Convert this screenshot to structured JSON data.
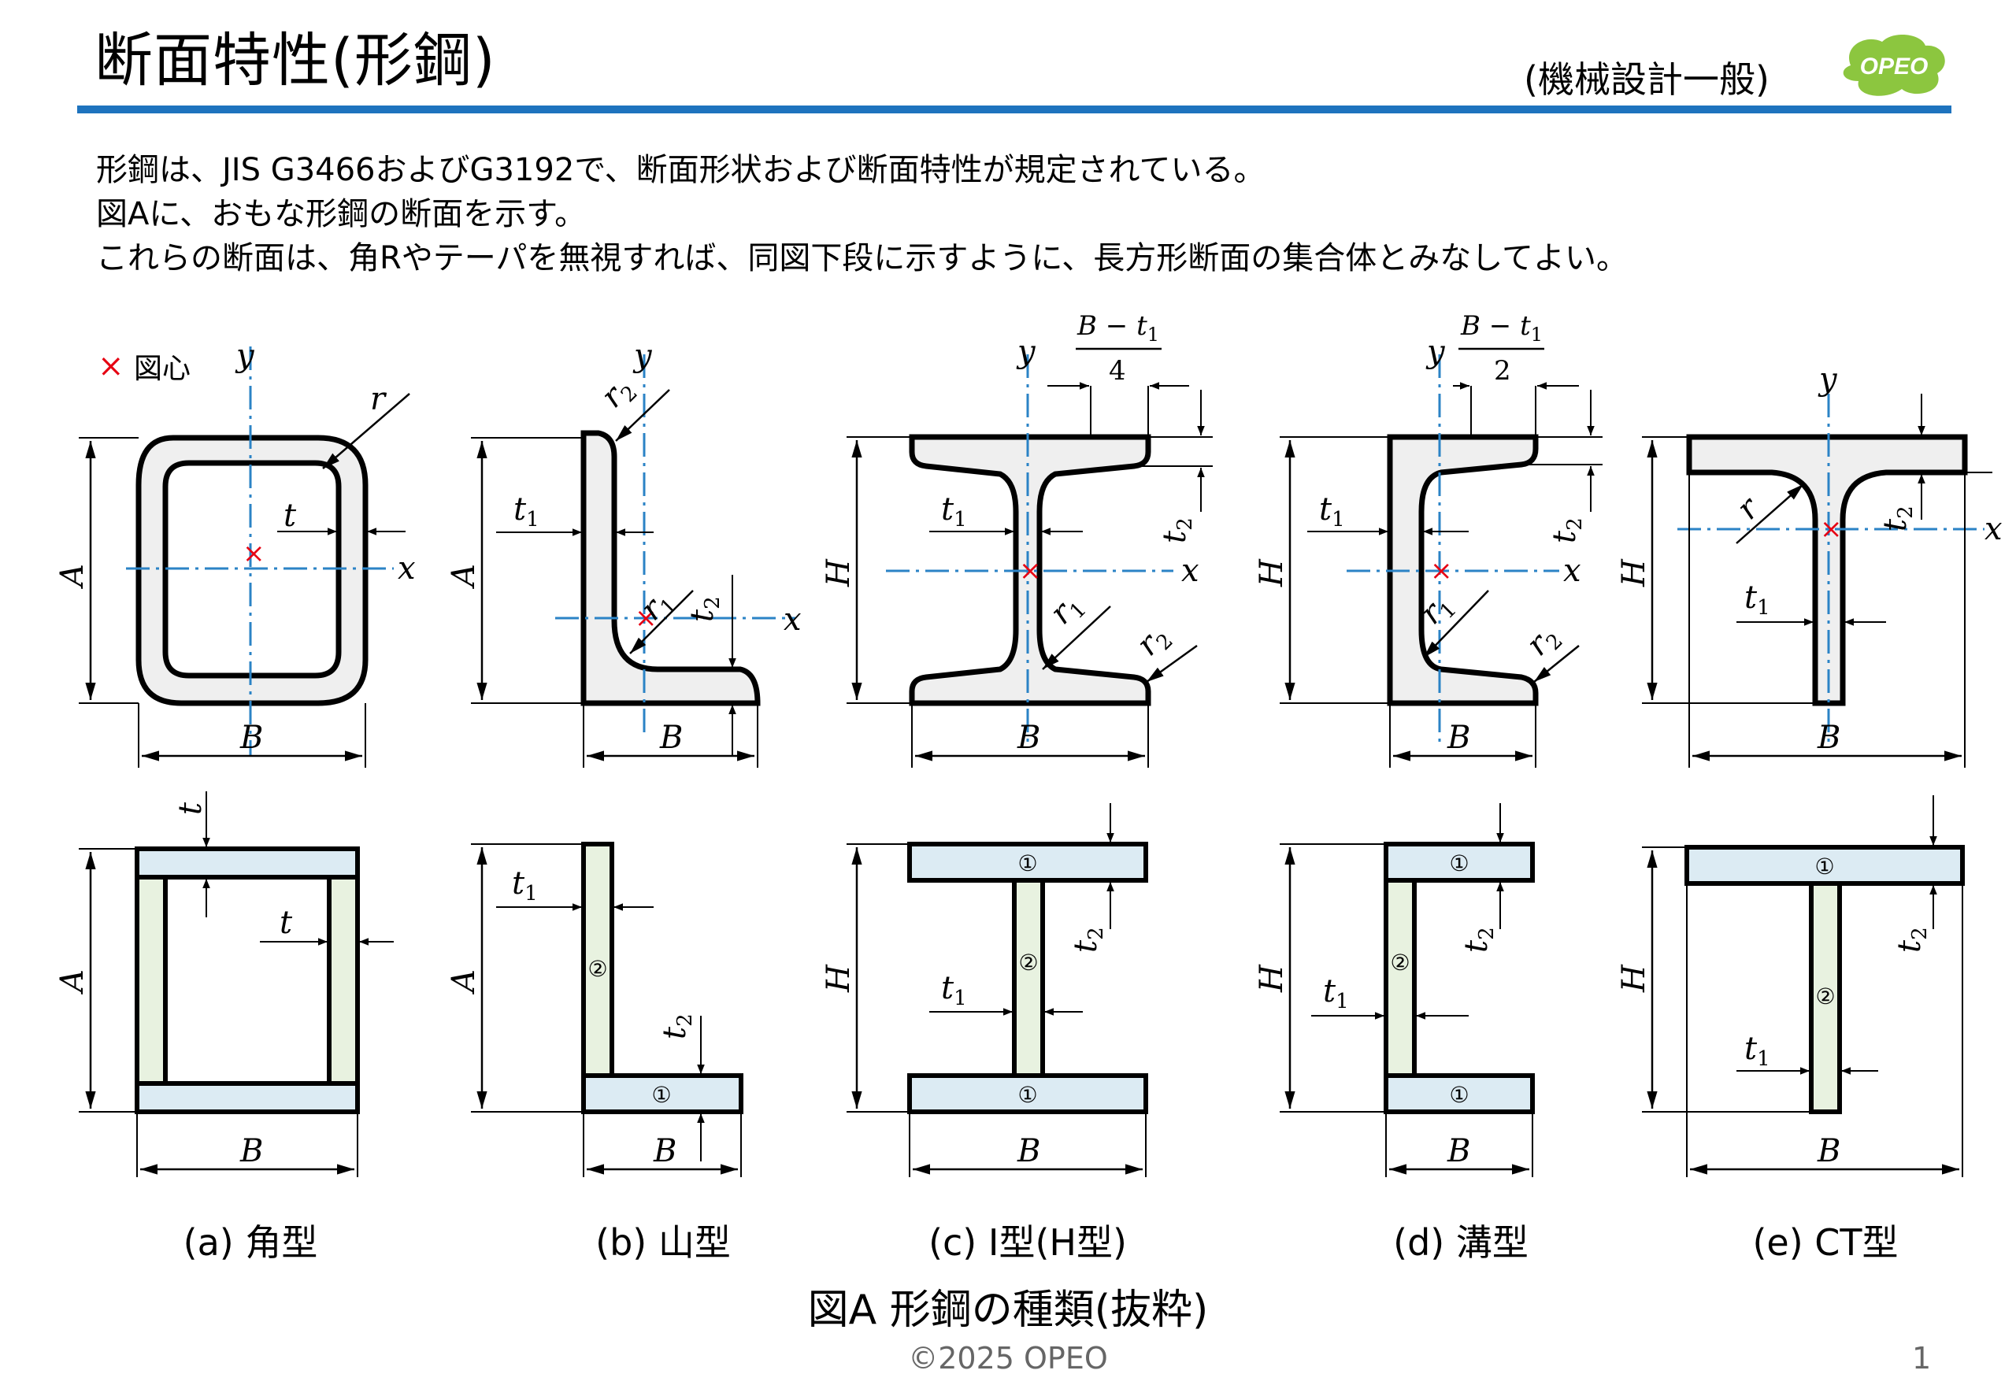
{
  "header": {
    "title": "断面特性(形鋼)",
    "category": "(機械設計一般)",
    "logo_text": "OPEO",
    "accent_color": "#1e73be",
    "logo_color": "#8cc63f"
  },
  "intro": {
    "line1": "形鋼は、JIS G3466およびG3192で、断面形状および断面特性が規定されている。",
    "line2": "図Aに、おもな形鋼の断面を示す。",
    "line3": "これらの断面は、角Rやテーパを無視すれば、同図下段に示すように、長方形断面の集合体とみなしてよい。"
  },
  "legend": {
    "symbol": "×",
    "label": "図心",
    "color": "#e60012"
  },
  "symbols": {
    "A": "A",
    "B": "B",
    "H": "H",
    "t": "t",
    "t1": "t",
    "t2": "t",
    "sub1": "1",
    "sub2": "2",
    "r": "r",
    "r1": "r",
    "r2": "r",
    "x": "x",
    "y": "y",
    "circ1": "①",
    "circ2": "②",
    "frac_num": "B − t",
    "frac_den_c": "4",
    "frac_den_d": "2"
  },
  "sections": [
    {
      "label": "(a) 角型"
    },
    {
      "label": "(b) 山型"
    },
    {
      "label": "(c) I型(H型)"
    },
    {
      "label": "(d) 溝型"
    },
    {
      "label": "(e) CT型"
    }
  ],
  "colors": {
    "fill_gray": "#efefef",
    "fill_blue": "#dcebf3",
    "fill_green": "#e8f2e0",
    "axis": "#2b83c6"
  },
  "figure_caption": "図A 形鋼の種類(抜粋)",
  "footer": {
    "copyright": "©2025 OPEO",
    "page": "1"
  }
}
